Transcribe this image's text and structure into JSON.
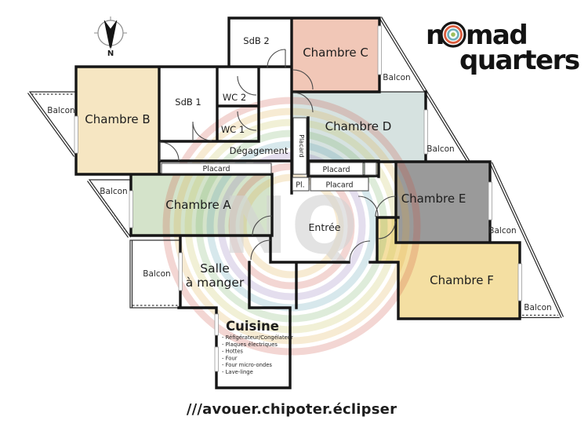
{
  "brand": {
    "logo_line1": "nomad",
    "logo_line2": "quarters",
    "target_colors": {
      "outer_ring": "#151515",
      "red_ring": "#d85a3b",
      "teal_ring": "#6fb0bc",
      "green_center": "#9fbe5a"
    }
  },
  "compass": {
    "north_label": "N"
  },
  "watermark": {
    "initials": "NQ"
  },
  "footer": {
    "what3words": "///avouer.chipoter.éclipser"
  },
  "rooms": {
    "chambre_a": {
      "label": "Chambre A",
      "color": "#D4E3CA"
    },
    "chambre_b": {
      "label": "Chambre B",
      "color": "#F6E6C2"
    },
    "chambre_c": {
      "label": "Chambre C",
      "color": "#F1C7B7"
    },
    "chambre_d": {
      "label": "Chambre D",
      "color": "#D6E2E0"
    },
    "chambre_e": {
      "label": "Chambre E",
      "color": "#9A9A9A"
    },
    "chambre_f": {
      "label": "Chambre F",
      "color": "#F4DFA2"
    },
    "sdb1": {
      "label": "SdB 1"
    },
    "sdb2": {
      "label": "SdB 2"
    },
    "wc1": {
      "label": "WC 1"
    },
    "wc2": {
      "label": "WC 2"
    },
    "degagement": {
      "label": "Dégagement"
    },
    "entree": {
      "label": "Entrée"
    },
    "salle_a_manger": {
      "label_line1": "Salle",
      "label_line2": "à manger"
    },
    "cuisine": {
      "label": "Cuisine",
      "equipment": [
        "- Réfigérateur/Congélateur",
        "- Plaques électriques",
        "- Hottes",
        "- Four",
        "- Four micro-ondes",
        "- Lave-linge"
      ]
    }
  },
  "storage": {
    "placard": "Placard",
    "pl_abbrev": "Pl."
  },
  "balcony": {
    "label": "Balcon"
  }
}
